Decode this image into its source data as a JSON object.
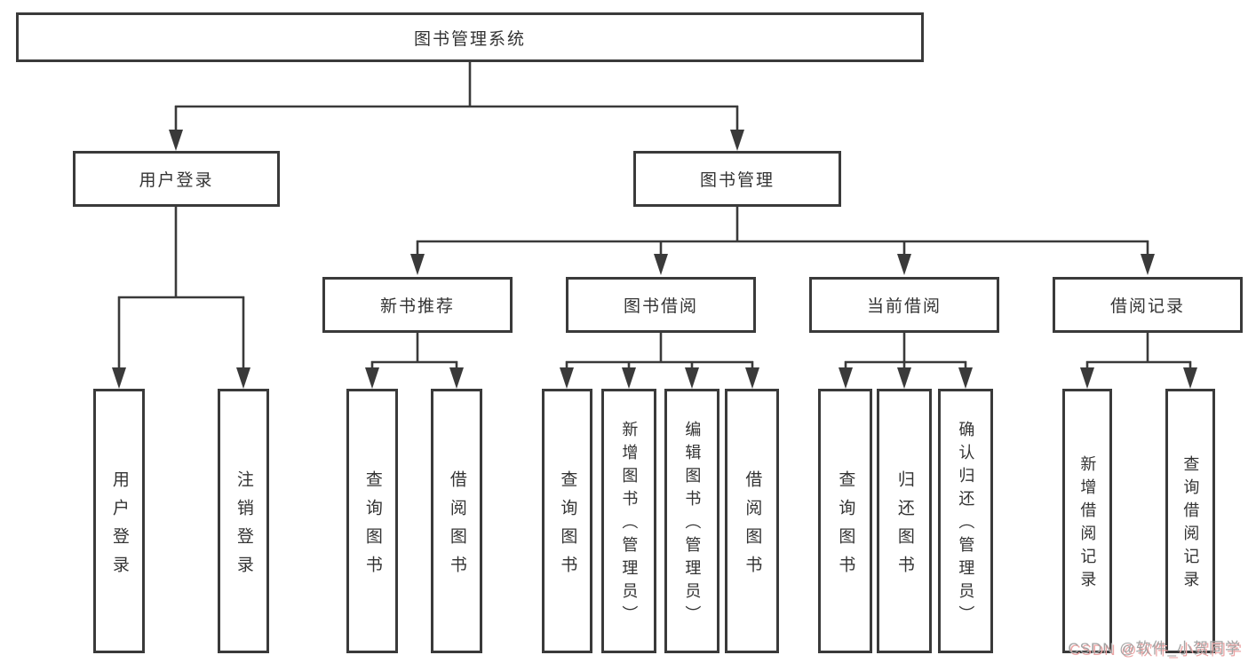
{
  "tree": {
    "root": "图书管理系统",
    "branches": [
      {
        "label": "用户登录",
        "children": [
          {
            "label": "用户登录"
          },
          {
            "label": "注销登录"
          }
        ]
      },
      {
        "label": "图书管理",
        "children": [
          {
            "label": "新书推荐",
            "children": [
              {
                "label": "查询图书"
              },
              {
                "label": "借阅图书"
              }
            ]
          },
          {
            "label": "图书借阅",
            "children": [
              {
                "label": "查询图书"
              },
              {
                "label": "新增图书（管理员）"
              },
              {
                "label": "编辑图书（管理员）"
              },
              {
                "label": "借阅图书"
              }
            ]
          },
          {
            "label": "当前借阅",
            "children": [
              {
                "label": "查询图书"
              },
              {
                "label": "归还图书"
              },
              {
                "label": "确认归还（管理员）"
              }
            ]
          },
          {
            "label": "借阅记录",
            "children": [
              {
                "label": "新增借阅记录"
              },
              {
                "label": "查询借阅记录"
              }
            ]
          }
        ]
      }
    ]
  },
  "watermark": {
    "text": "CSDN @软件_小贺同学"
  },
  "colors": {
    "line": "#3a3a3a",
    "box_border": "#3a3a3a",
    "text": "#333333",
    "background": "#ffffff",
    "watermark_gray": "#a3a3a3",
    "watermark_shadow": "#eba4a4"
  }
}
